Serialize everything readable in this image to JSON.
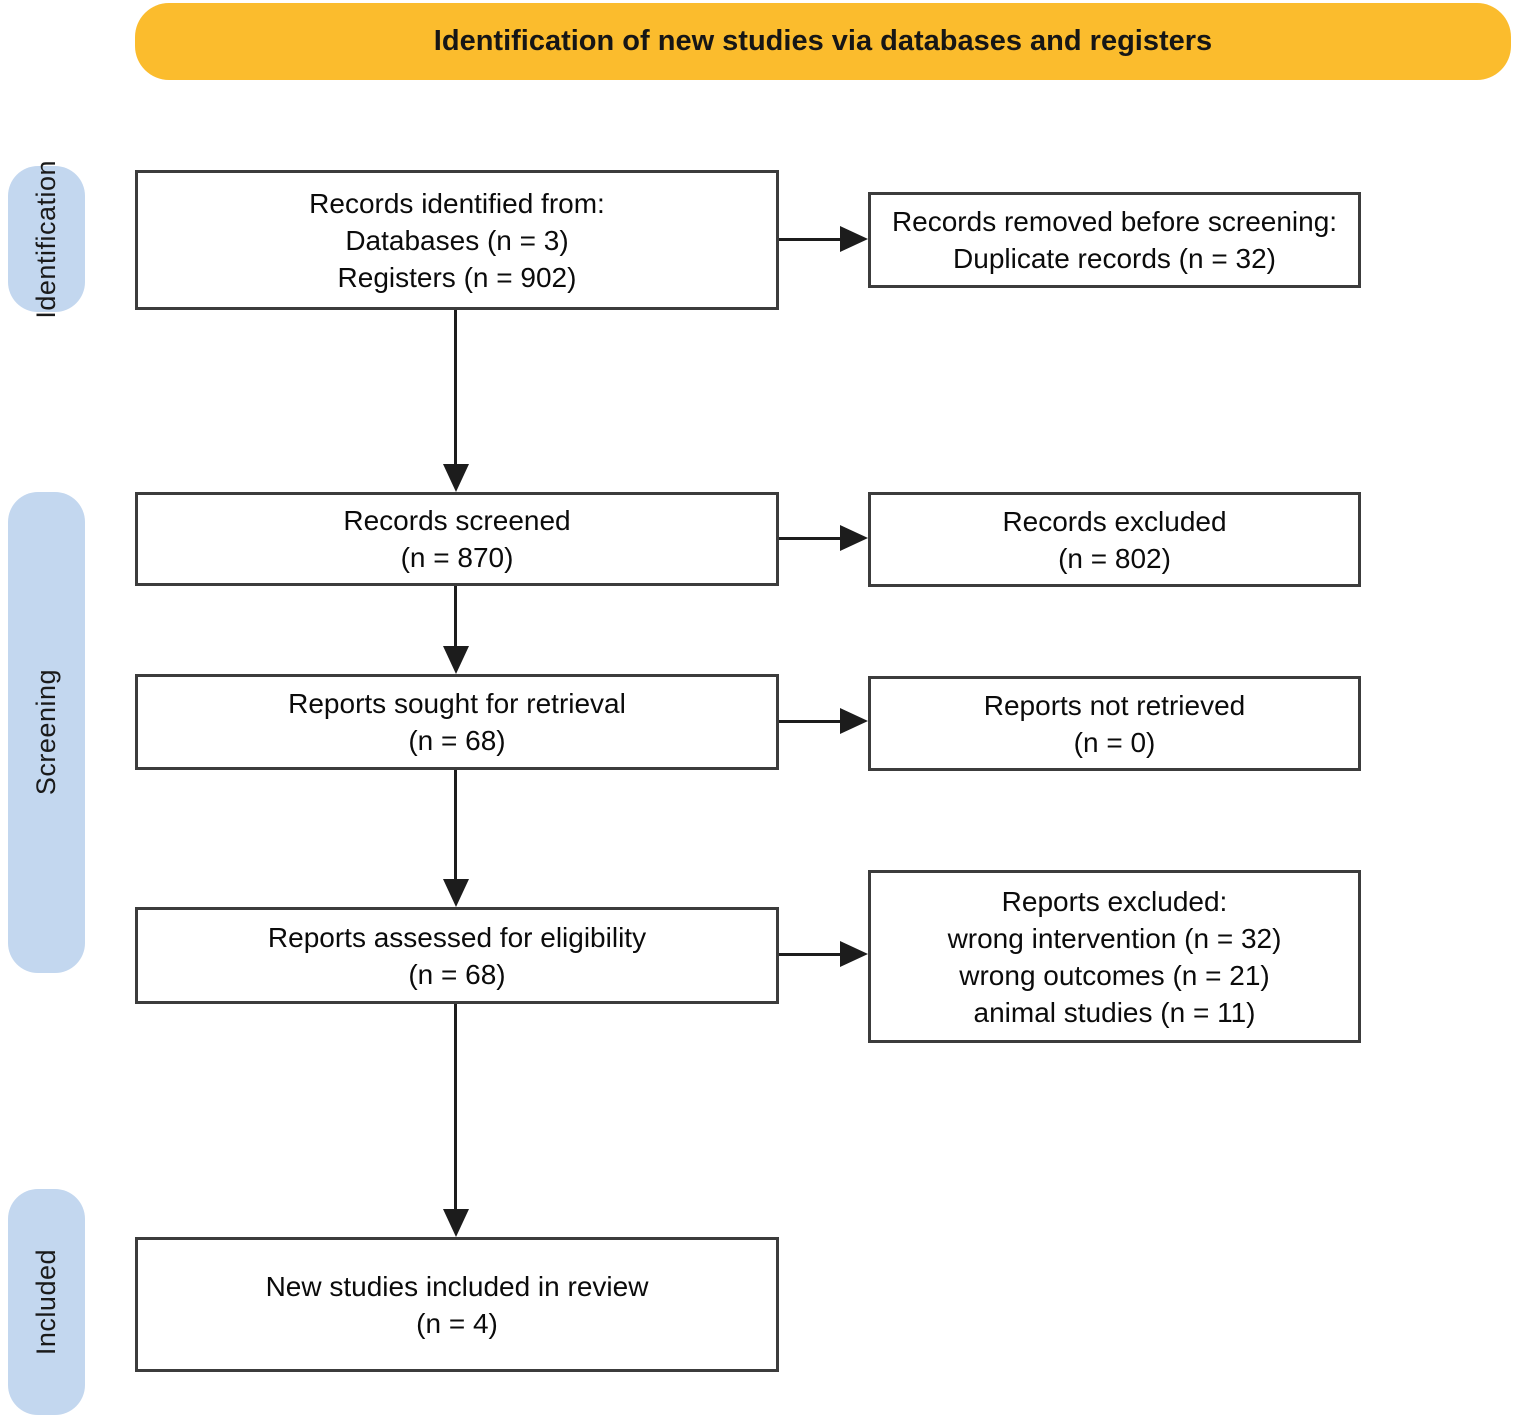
{
  "title_banner": {
    "label": "Identification of new studies via databases and registers"
  },
  "stage_labels": {
    "identification": "Identification",
    "screening": "Screening",
    "included": "Included"
  },
  "boxes": {
    "records_identified": {
      "line1": "Records identified from:",
      "line2": "Databases (n = 3)",
      "line3": "Registers (n = 902)"
    },
    "records_removed": {
      "line1": "Records removed before screening:",
      "line2": "Duplicate records (n = 32)"
    },
    "records_screened": {
      "line1": "Records screened",
      "line2": "(n = 870)"
    },
    "records_excluded": {
      "line1": "Records excluded",
      "line2": "(n = 802)"
    },
    "reports_sought": {
      "line1": "Reports sought for retrieval",
      "line2": "(n = 68)"
    },
    "reports_not_retrieved": {
      "line1": "Reports not retrieved",
      "line2": "(n = 0)"
    },
    "reports_assessed": {
      "line1": "Reports assessed for eligibility",
      "line2": "(n = 68)"
    },
    "reports_excluded": {
      "line1": "Reports excluded:",
      "line2": "wrong intervention (n = 32)",
      "line3": "wrong outcomes (n = 21)",
      "line4": "animal studies (n = 11)"
    },
    "new_studies_included": {
      "line1": "New studies included in review",
      "line2": "(n = 4)"
    }
  },
  "colors": {
    "banner_bg": "#FBBC2D",
    "stage_bg": "#C3D7EF",
    "box_border": "#3C3C3C",
    "arrow": "#1C1C1C",
    "text": "#0B0B0B"
  }
}
